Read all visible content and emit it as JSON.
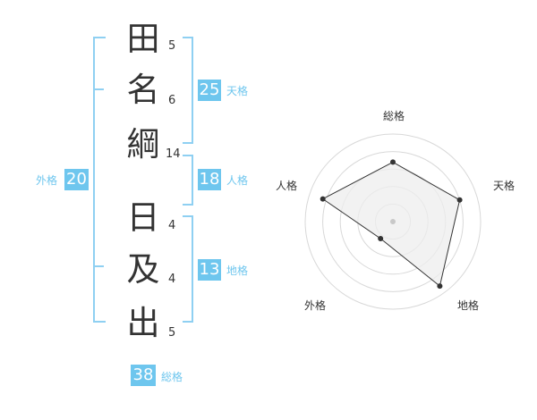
{
  "name": {
    "surname": [
      {
        "char": "田",
        "strokes": "5"
      },
      {
        "char": "名",
        "strokes": "6"
      },
      {
        "char": "綱",
        "strokes": "14"
      }
    ],
    "given": [
      {
        "char": "日",
        "strokes": "4"
      },
      {
        "char": "及",
        "strokes": "4"
      },
      {
        "char": "出",
        "strokes": "5"
      }
    ]
  },
  "fortunes": {
    "tenkaku": {
      "label": "天格",
      "value": "25"
    },
    "jinkaku": {
      "label": "人格",
      "value": "18"
    },
    "chikaku": {
      "label": "地格",
      "value": "13"
    },
    "gaikaku": {
      "label": "外格",
      "value": "20"
    },
    "soukaku": {
      "label": "総格",
      "value": "38"
    }
  },
  "colors": {
    "accent": "#6ec6ee",
    "bracket": "#8fd0f2",
    "radar_fill": "#eeeeee",
    "radar_line": "#333333"
  },
  "chart_data": {
    "type": "radar",
    "axes": [
      "総格",
      "天格",
      "地格",
      "外格",
      "人格"
    ],
    "values": [
      0.68,
      0.8,
      0.91,
      0.24,
      0.84
    ],
    "range": [
      0,
      1
    ],
    "rings": 5
  }
}
